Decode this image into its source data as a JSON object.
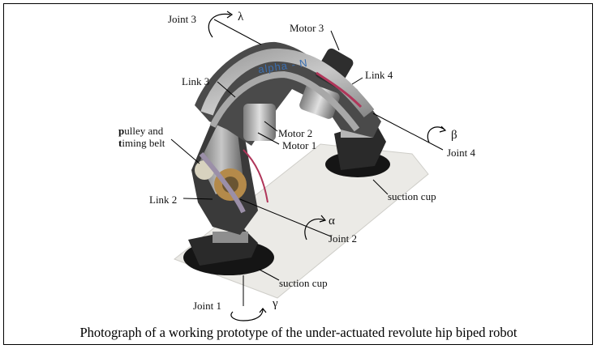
{
  "labels": {
    "joint3": "Joint 3",
    "lambda": "λ",
    "motor3": "Motor 3",
    "link4": "Link 4",
    "link3": "Link 3",
    "pulley1": "pulley and",
    "pulley2": "timing belt",
    "motor2": "Motor 2",
    "motor1": "Motor 1",
    "beta": "β",
    "joint4": "Joint 4",
    "link2": "Link 2",
    "suction_cup_right": "suction cup",
    "alpha": "α",
    "joint2": "Joint 2",
    "suction_cup_left": "suction cup",
    "joint1": "Joint 1",
    "gamma": "γ"
  },
  "robot_text": "alpha - N",
  "caption": "Photograph of a working prototype of the under-actuated revolute hip biped robot"
}
